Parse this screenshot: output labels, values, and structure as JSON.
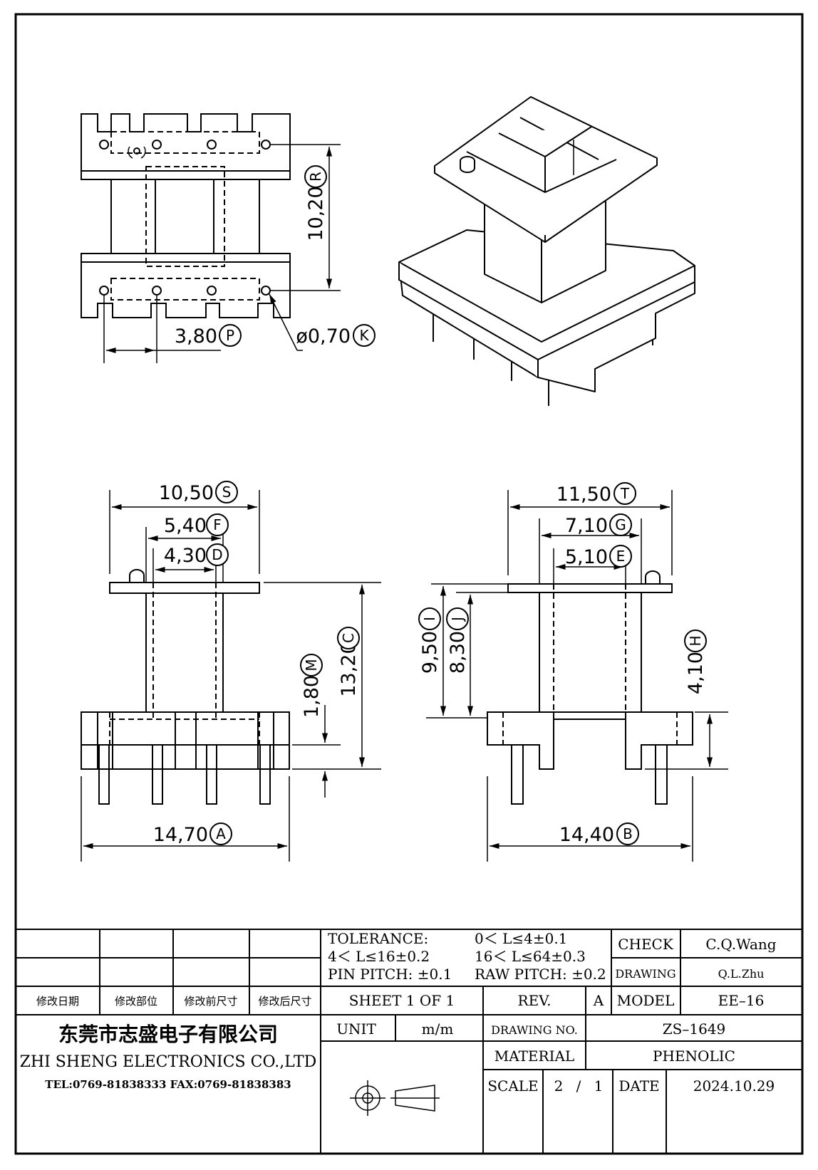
{
  "drawing": {
    "dimensions": [
      {
        "id": "R",
        "value": "10,20"
      },
      {
        "id": "P",
        "value": "3,80"
      },
      {
        "id": "K",
        "value": "ø0,70"
      },
      {
        "id": "S",
        "value": "10,50"
      },
      {
        "id": "F",
        "value": "5,40"
      },
      {
        "id": "D",
        "value": "4,30"
      },
      {
        "id": "C",
        "value": "13,20"
      },
      {
        "id": "M",
        "value": "1,80"
      },
      {
        "id": "A",
        "value": "14,70"
      },
      {
        "id": "T",
        "value": "11,50"
      },
      {
        "id": "G",
        "value": "7,10"
      },
      {
        "id": "E",
        "value": "5,10"
      },
      {
        "id": "I",
        "value": "9,50"
      },
      {
        "id": "J",
        "value": "8,30"
      },
      {
        "id": "H",
        "value": "4,10"
      },
      {
        "id": "B",
        "value": "14,40"
      }
    ]
  },
  "title_block": {
    "tolerance_label": "TOLERANCE:",
    "tol_1": "0＜ L≤4±0.1",
    "tol_2": "4＜ L≤16±0.2",
    "tol_3": "16＜ L≤64±0.3",
    "pin_pitch": "PIN  PITCH: ±0.1",
    "raw_pitch": "RAW  PITCH: ±0.2",
    "check_label": "CHECK",
    "check_value": "C.Q.Wang",
    "drawing_label": "DRAWING",
    "drawing_value": "Q.L.Zhu",
    "rev_headers": [
      "修改日期",
      "修改部位",
      "修改前尺寸",
      "修改后尺寸"
    ],
    "sheet": "SHEET  1  OF  1",
    "rev_label": "REV.",
    "rev_value": "A",
    "model_label": "MODEL",
    "model_value": "EE–16",
    "company_cn": "东莞市志盛电子有限公司",
    "company_en": "ZHI SHENG  ELECTRONICS CO.,LTD",
    "company_tel": "TEL:0769-81838333 FAX:0769-81838383",
    "unit_label": "UNIT",
    "unit_value": "m/m",
    "drawing_no_label": "DRAWING  NO.",
    "drawing_no_value": "ZS–1649",
    "material_label": "MATERIAL",
    "material_value": "PHENOLIC",
    "scale_label": "SCALE",
    "scale_num": "2",
    "scale_sep": "/",
    "scale_den": "1",
    "date_label": "DATE",
    "date_value": "2024.10.29"
  }
}
